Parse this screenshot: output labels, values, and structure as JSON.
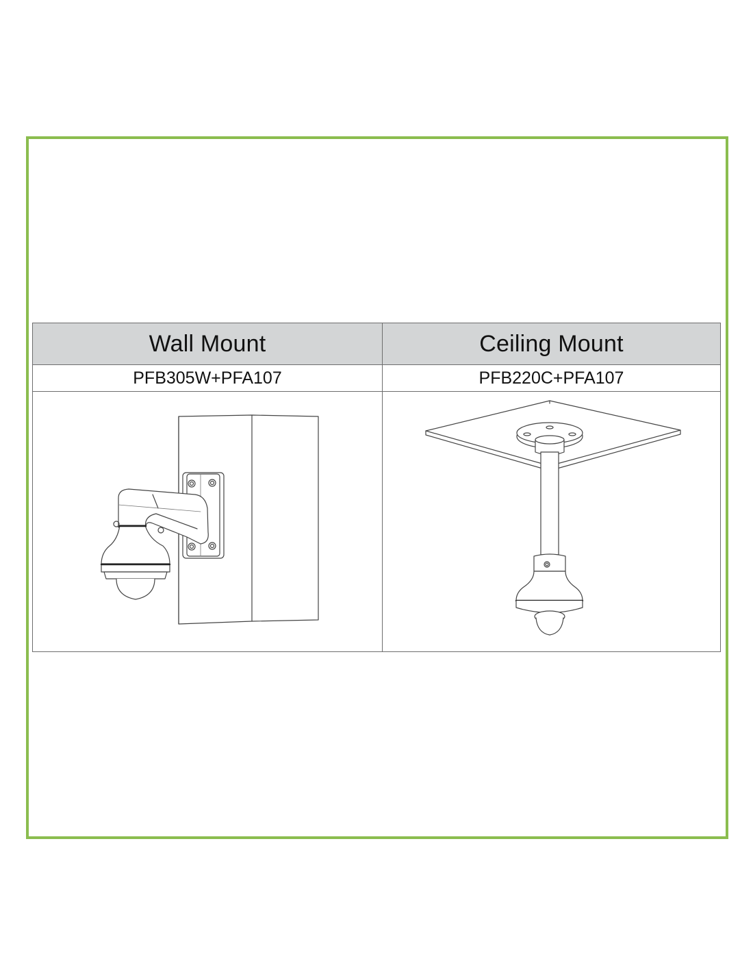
{
  "document": {
    "frame_color": "#8bbd4f",
    "header_bg": "#d3d5d6"
  },
  "table": {
    "columns": [
      {
        "title": "Wall Mount",
        "model": "PFB305W+PFA107",
        "illustration": "wall-mount-camera-drawing"
      },
      {
        "title": "Ceiling Mount",
        "model": "PFB220C+PFA107",
        "illustration": "ceiling-mount-camera-drawing"
      }
    ]
  }
}
